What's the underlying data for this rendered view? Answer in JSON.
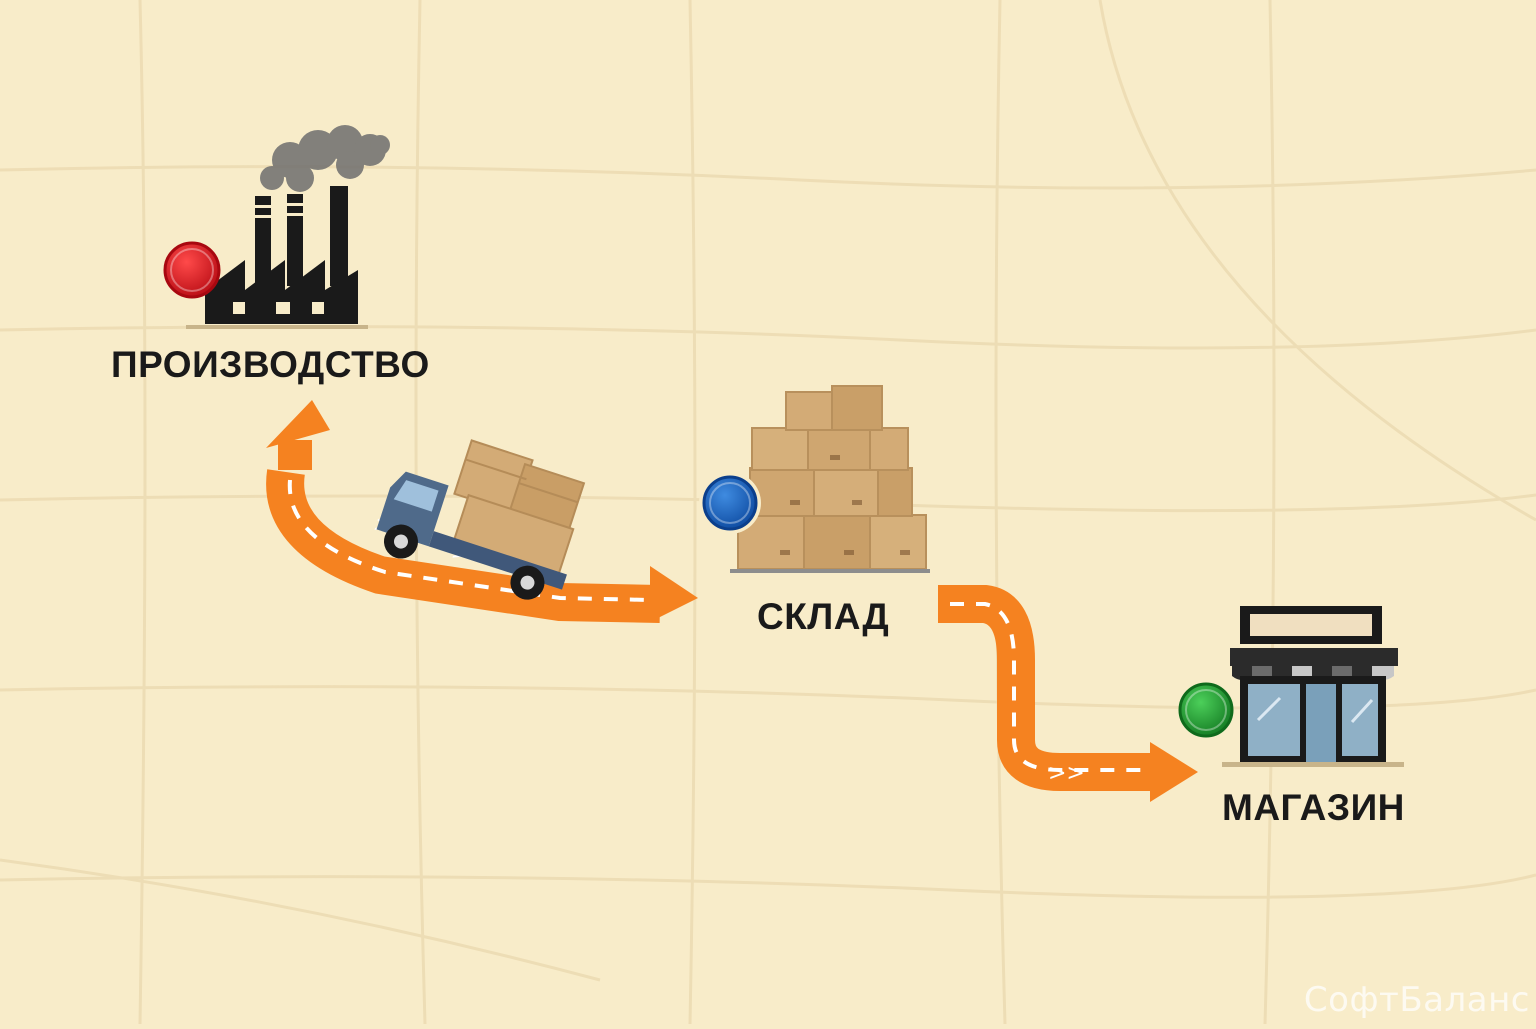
{
  "nodes": [
    {
      "id": "production",
      "label": "ПРОИЗВОДСТВО",
      "marker_color": "#d8101a"
    },
    {
      "id": "warehouse",
      "label": "СКЛАД",
      "marker_color": "#1565c0"
    },
    {
      "id": "store",
      "label": "МАГАЗИН",
      "marker_color": "#1f9a2e"
    }
  ],
  "watermark": "СофтБаланс",
  "colors": {
    "background": "#f8ecc9",
    "route": "#f58220",
    "route_dash": "#ffffff",
    "silhouette": "#1a1a1a",
    "box": "#d3ab76",
    "truck": "#4f6a8a"
  },
  "icons": [
    "factory-icon",
    "truck-icon",
    "boxes-icon",
    "store-icon"
  ]
}
